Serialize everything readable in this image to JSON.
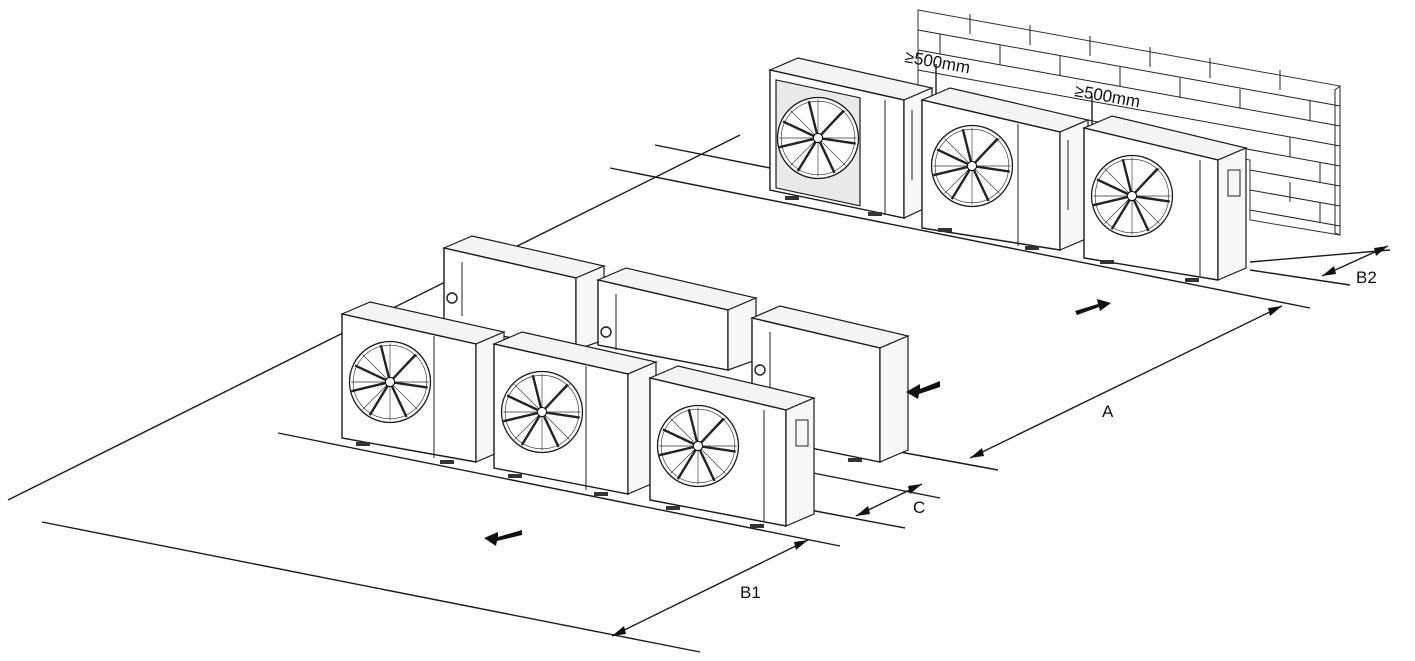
{
  "labels": {
    "top_clearance_left": "≥500mm",
    "top_clearance_right": "≥500mm",
    "dim_a": "A",
    "dim_b1": "B1",
    "dim_b2": "B2",
    "dim_c": "C"
  },
  "icons": {
    "airflow_arrow": "arrow-icon",
    "wall": "brick-wall-icon",
    "unit": "heat-pump-outdoor-unit-icon"
  },
  "colors": {
    "line": "#1a1a1a",
    "background": "#ffffff"
  }
}
